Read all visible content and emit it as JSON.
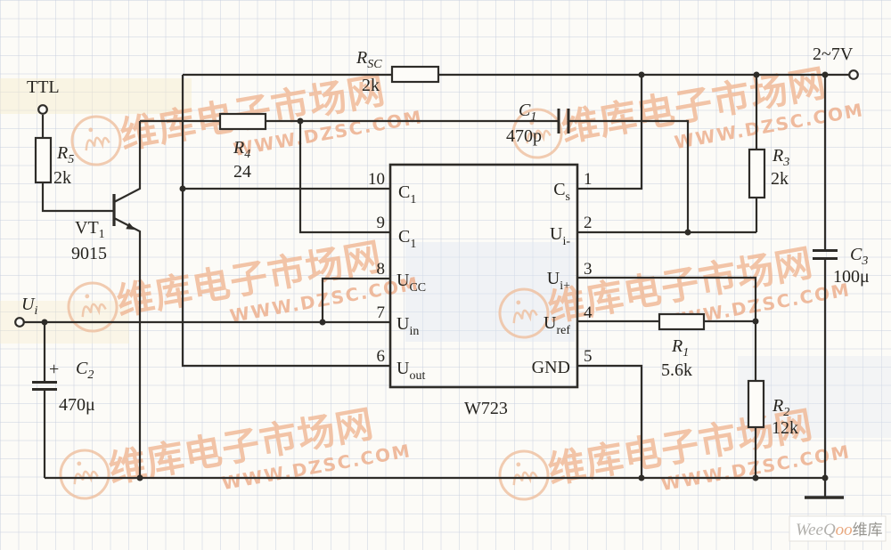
{
  "colors": {
    "wire": "#2e2c28",
    "watermark_text": "#efb795",
    "watermark_url": "#ecac8a",
    "logo_oo": "#e9a87e",
    "logo_gray": "#b2b0ac"
  },
  "watermark": {
    "text": "维库电子市场网",
    "url": "WWW.DZSC.COM"
  },
  "logo": {
    "part1": "WeeQ",
    "part2": "oo",
    "part3": "维库"
  },
  "terminals": {
    "ttl": "TTL",
    "input": {
      "sym": "U",
      "sub": "i"
    },
    "output": "2~7V"
  },
  "components": {
    "r5": {
      "sym": "R",
      "sub": "5",
      "value": "2k"
    },
    "vt1": {
      "sym": "VT",
      "sub": "1",
      "value": "9015"
    },
    "c2": {
      "sym": "C",
      "sub": "2",
      "value": "470μ",
      "polarity": "+"
    },
    "r4": {
      "sym": "R",
      "sub": "4",
      "value": "24"
    },
    "rsc": {
      "sym": "R",
      "sub": "SC",
      "value": "2k"
    },
    "c1": {
      "sym": "C",
      "sub": "1",
      "value": "470p"
    },
    "r3": {
      "sym": "R",
      "sub": "3",
      "value": "2k"
    },
    "c3": {
      "sym": "C",
      "sub": "3",
      "value": "100μ"
    },
    "r1": {
      "sym": "R",
      "sub": "1",
      "value": "5.6k"
    },
    "r2": {
      "sym": "R",
      "sub": "2",
      "value": "12k"
    }
  },
  "ic": {
    "name": "W723",
    "left_pins": [
      {
        "num": "10",
        "sym": "C",
        "sub": "1"
      },
      {
        "num": "9",
        "sym": "C",
        "sub": "1"
      },
      {
        "num": "8",
        "sym": "U",
        "sub": "CC"
      },
      {
        "num": "7",
        "sym": "U",
        "sub": "in"
      },
      {
        "num": "6",
        "sym": "U",
        "sub": "out"
      }
    ],
    "right_pins": [
      {
        "num": "1",
        "sym": "C",
        "sub": "s"
      },
      {
        "num": "2",
        "sym": "U",
        "sub": "i-"
      },
      {
        "num": "3",
        "sym": "U",
        "sub": "i+"
      },
      {
        "num": "4",
        "sym": "U",
        "sub": "ref"
      },
      {
        "num": "5",
        "sym": "GND",
        "sub": ""
      }
    ]
  }
}
